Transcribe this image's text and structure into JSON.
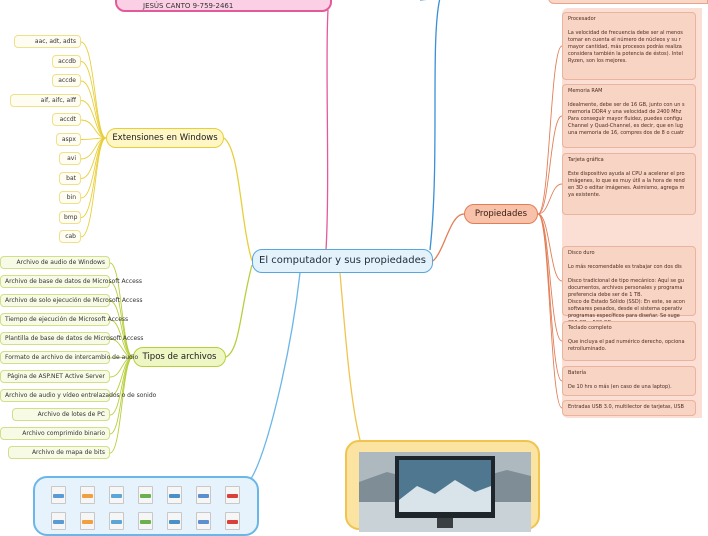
{
  "central": "El computador y sus propiedades",
  "top_box": "JESÚS CANTO 9-759-2461",
  "extensiones": {
    "title": "Extensiones en Windows",
    "items": [
      "aac, adt, adts",
      "accdb",
      "accde",
      "aif, aifc, aiff",
      "accdt",
      "aspx",
      "avi",
      "bat",
      "bin",
      "bmp",
      "cab"
    ]
  },
  "tipos": {
    "title": "Tipos de archivos",
    "items": [
      "Archivo de audio de Windows",
      "Archivo de base de datos de Microsoft Access",
      "Archivo de solo ejecución de Microsoft Access",
      "Tiempo de ejecución de Microsoft Access",
      "Plantilla de base de datos de Microsoft Access",
      "Formato de archivo de intercambio de audio",
      "Página de ASP.NET Active Server",
      "Archivo de audio y vídeo entrelazados o de sonido",
      "Archivo de lotes de PC",
      "Archivo comprimido binario",
      "Archivo de mapa de bits"
    ]
  },
  "propiedades": {
    "title": "Propiedades",
    "items": [
      {
        "title": "Procesador",
        "body": "La velocidad de frecuencia debe ser al menos\ntomar en cuenta el número de núcleos y su r\nmayor cantidad, más procesos podrás realiza\nconsidera también la potencia de éstos). Intel\nRyzen, son los mejores."
      },
      {
        "title": "Memoria RAM",
        "body": "Idealmente, debe ser de 16 GB, junto con un s\nmemoria DDR4 y una velocidad de 2400 Mhz\nPara conseguir mayor fluidez, puedes configu\nChannel y Quad-Channel, es decir, que en lug\nuna memoria de 16, compres dos de 8 o cuatr"
      },
      {
        "title": "Tarjeta gráfica",
        "body": "Este dispositivo ayuda al CPU a acelerar el pro\nimágenes, lo que es muy útil a la hora de rend\nen 3D o editar imágenes. Asimismo, agrega m\nya existente."
      },
      {
        "title": "Disco duro",
        "body": "Lo más recomendable es trabajar con dos dis\n\nDisco tradicional de tipo mecánico: Aquí se gu\ndocumentos, archivos personales y programa\npreferencia debe ser de 1 TB.\nDisco de Estado Sólido (SSD): En este, se acon\nsoftwares pesados, desde el sistema operativ\nprogramas específicos para diseñar. Se suge\n256 GB o 500 GB."
      },
      {
        "title": "Teclado completo",
        "body": "Que incluya el pad numérico derecho, opciona\nretroiluminado."
      },
      {
        "title": "Batería",
        "body": "De 10 hrs o más (en caso de una laptop)."
      },
      {
        "title": "Entradas USB 3.0, multilector de tarjetas, USB",
        "body": ""
      }
    ]
  },
  "file_types": [
    "AAC",
    "ACC",
    "AIFF",
    "AVI",
    "BAT",
    "BIN",
    "PDF"
  ],
  "colors": {
    "central": "#56a7e0",
    "extensiones": "#e8cf3a",
    "tipos": "#b7cf3c",
    "propiedades": "#e27d55",
    "top": "#e35a9a",
    "image": "#f1c44f"
  }
}
